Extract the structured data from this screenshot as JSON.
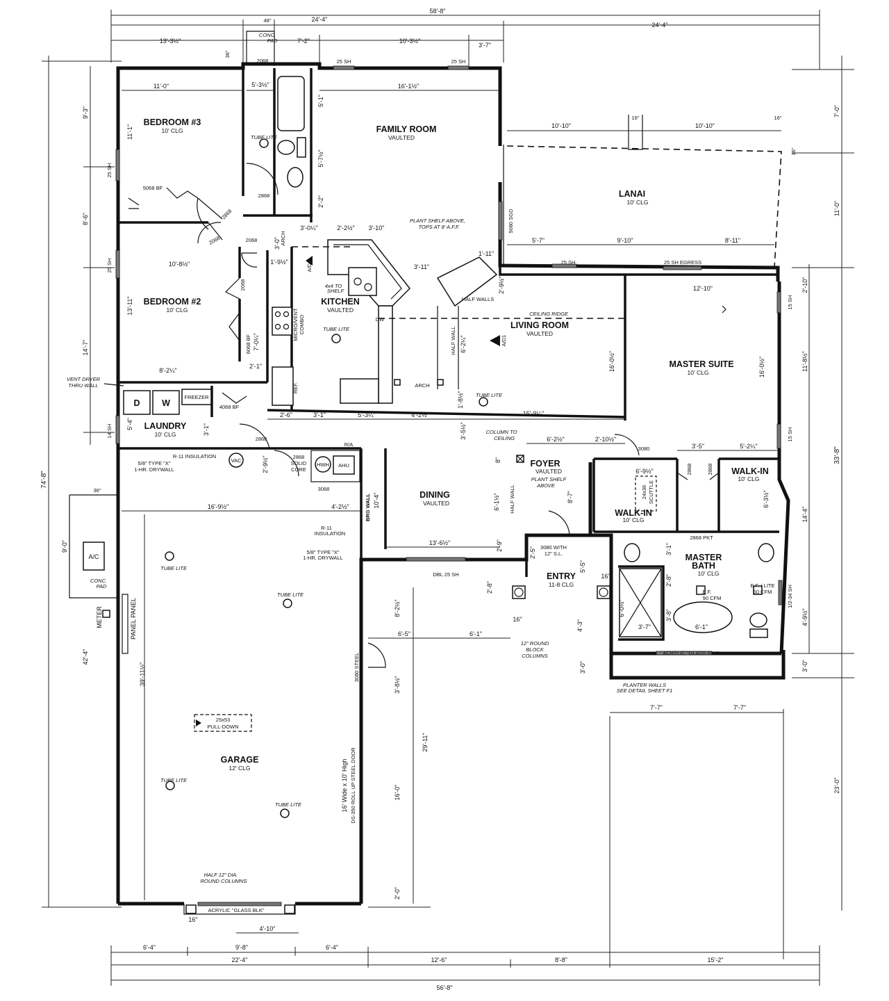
{
  "rooms": {
    "bedroom3": {
      "name": "BEDROOM #3",
      "ceiling": "10' CLG"
    },
    "bedroom2": {
      "name": "BEDROOM #2",
      "ceiling": "10' CLG"
    },
    "family": {
      "name": "FAMILY ROOM",
      "ceiling": "VAULTED"
    },
    "lanai": {
      "name": "LANAI",
      "ceiling": "10' CLG"
    },
    "kitchen": {
      "name": "KITCHEN",
      "ceiling": "VAULTED"
    },
    "living": {
      "name": "LIVING ROOM",
      "ceiling": "VAULTED"
    },
    "master_suite": {
      "name": "MASTER SUITE",
      "ceiling": "10' CLG"
    },
    "laundry": {
      "name": "LAUNDRY",
      "ceiling": "10' CLG"
    },
    "foyer": {
      "name": "FOYER",
      "ceiling": "VAULTED"
    },
    "dining": {
      "name": "DINING",
      "ceiling": "VAULTED"
    },
    "walkin1": {
      "name": "WALK-IN",
      "ceiling": "10' CLG"
    },
    "walkin2": {
      "name": "WALK-IN",
      "ceiling": "10' CLG"
    },
    "master_bath": {
      "name": "MASTER",
      "name2": "BATH",
      "ceiling": "10' CLG"
    },
    "entry": {
      "name": "ENTRY",
      "ceiling": "11-8 CLG"
    },
    "garage": {
      "name": "GARAGE",
      "ceiling": "12' CLG"
    }
  },
  "labels": {
    "tube_lite": "TUBE LITE",
    "window_25sh": "25 SH",
    "window_25sh_egress": "25 SH EGRESS",
    "window_15sh": "15 SH",
    "window_14sh": "14 SH",
    "window_half_sh": "1/2-34 SH",
    "window_dbl": "DBL 25 SH",
    "door_5080": "5080 SGD",
    "door_2068": "2068",
    "door_2868": "2868",
    "door_2868_pkt": "2868 PKT",
    "door_3080": "3080",
    "door_3080_sl": "3080 WITH",
    "door_3080_sl2": "12\" S.L.",
    "door_3068": "3068",
    "door_4068bf": "4068 BF",
    "door_5068bf": "5068 BF",
    "door_6068bf": "6068 BF",
    "door_3080_steel": "3080 STEEL",
    "solid_core": "2868",
    "solid_core2": "SOLID",
    "solid_core3": "CORE",
    "conc_pad": "CONC.",
    "conc_pad2": "PAD",
    "ac": "A/C",
    "meter": "METER",
    "panel": "PANEL PANEL",
    "dw": "DW",
    "ref": "REF.",
    "micro": "MICRO/VENT",
    "micro2": "COMBO",
    "freezer": "FREEZER",
    "d": "D",
    "w": "W",
    "vac": "VAC",
    "hwh": "HWH",
    "ahu": "AHU",
    "arch": "ARCH",
    "half_walls": "HALF WALLS",
    "half_wall": "HALF WALL",
    "brg_wall": "BRG WALL",
    "ceiling_ridge": "CEILING RIDGE",
    "ra": "R/A",
    "a_d1": "A/D1",
    "shelf": "4x4 TO",
    "shelf2": "SHELF",
    "ef": "E.F.",
    "ef2": "90 CFM",
    "ef_lite": "E.F. / LITE",
    "ef_lite2": "60 CFM",
    "scuttle": "24x36",
    "scuttle2": "SCUTTLE",
    "pull_down": "25x53",
    "pull_down2": "PULL-DOWN",
    "acrylic": "ACRYLIC \"GLASS BLK\"",
    "garage_door": "16' Wide x 10' High",
    "garage_door2": "DS-350 ROLL UP STEEL DOOR",
    "plant_shelf": "PLANT SHELF ABOVE,",
    "plant_shelf2": "TOPS AT 8' A.F.F.",
    "vent_dryer": "VENT DRYER",
    "vent_dryer2": "THRU WALL",
    "r11": "R-11 INSULATION",
    "r11b": "R-11",
    "r11c": "INSULATION",
    "type_x": "5/8\" TYPE \"X\"",
    "type_x2": "1-HR. DRYWALL",
    "column_ceiling": "COLUMN TO",
    "column_ceiling2": "CEILING",
    "plant_shelf_foyer": "PLANT SHELF",
    "plant_shelf_foyer2": "ABOVE",
    "round_cols": "12\" ROUND",
    "round_cols2": "BLOCK",
    "round_cols3": "COLUMNS",
    "half_cols": "HALF 12\" DIA.",
    "half_cols2": "ROUND COLUMNS",
    "planter": "PLANTER WALLS",
    "planter2": "SEE DETAIL SHEET F1"
  },
  "dims": {
    "d_58_8": "58'-8\"",
    "d_24_4a": "24'-4\"",
    "d_24_4b": "24'-4\"",
    "d_48": "48\"",
    "d_13_3": "13'-3½\"",
    "d_7_2": "7'-2\"",
    "d_10_3": "10'-3½\"",
    "d_3_7": "3'-7\"",
    "d_36a": "36\"",
    "d_11_0": "11'-0\"",
    "d_5_3": "5'-3½\"",
    "d_16_1": "16'-1½\"",
    "d_9_3": "9'-3\"",
    "d_7_0": "7'-0\"",
    "d_11_1": "11'-1\"",
    "d_5_1": "5'-1\"",
    "d_5_7": "5'-7½\"",
    "d_2_2": "2'-2\"",
    "d_10_10a": "10'-10\"",
    "d_10_10b": "10'-10\"",
    "d_16a": "16\"",
    "d_16b": "16\"",
    "d_16c": "16\"",
    "d_8_6": "8'-6\"",
    "d_11_0b": "11'-0\"",
    "d_3_0": "3'-0\"",
    "d_3_0q": "3'-0¼\"",
    "d_2_2b": "2'-2½\"",
    "d_3_10": "3'-10\"",
    "d_1_11": "1'-11\"",
    "d_5_7b": "5'-7\"",
    "d_9_10": "9'-10\"",
    "d_8_11": "8'-11\"",
    "d_1_9": "1'-9½\"",
    "d_10_8": "10'-8½\"",
    "d_3_11": "3'-11\"",
    "d_2_9": "2'-9½\"",
    "d_12_10": "12'-10\"",
    "d_2_10": "2'-10\"",
    "d_13_11": "13'-11\"",
    "d_14_7": "14'-7\"",
    "d_7_0q": "7'-0¼\"",
    "d_6_2": "6'-2¼\"",
    "d_16_0": "16'-0½\"",
    "d_16_0b": "16'-0½\"",
    "d_11_8": "11'-8½\"",
    "d_8_2": "8'-2¼\"",
    "d_2_1": "2'-1\"",
    "d_1_8": "1'-8½\"",
    "d_2_6": "2'-6\"",
    "d_3_1": "3'-1\"",
    "d_5_3b": "5'-3¼\"",
    "d_4_2": "4'-2½\"",
    "d_15_9": "15'-9¼\"",
    "d_3_5": "3'-5½\"",
    "d_33_8": "33'-8\"",
    "d_5_4": "5'-4\"",
    "d_3_1b": "3'-1\"",
    "d_6_2b": "6'-2½\"",
    "d_2_10b": "2'-10½\"",
    "d_3_5b": "3'-5\"",
    "d_5_2": "5'-2¼\"",
    "d_74_8": "74'-8\"",
    "d_36b": "36\"",
    "d_2_9b": "2'-9½\"",
    "d_16_9": "16'-9½\"",
    "d_4_2b": "4'-2½\"",
    "d_10_4": "10'-4\"",
    "d_6_1": "6'-1½\"",
    "d_8_7": "8'-7\"",
    "d_6_9": "6'-9½\"",
    "d_6_3": "6'-3½\"",
    "d_14_4": "14'-4\"",
    "d_9_0": "9'-0\"",
    "d_13_6": "13'-6½\"",
    "d_2_9c": "2'-9\"",
    "d_2_5": "2'-5\"",
    "d_5_5": "5'-5\"",
    "d_3_1c": "3'-1\"",
    "d_2_8": "2'-8\"",
    "d_6_0": "6'-0½\"",
    "d_3_8": "3'-8\"",
    "d_4_9": "4'-9½\"",
    "d_2_8b": "2'-8\"",
    "d_8_2b": "8'-2½\"",
    "d_6_5": "6'-5\"",
    "d_6_1b": "6'-1\"",
    "d_4_3": "4'-3\"",
    "d_16d": "16\"",
    "d_3_7b": "3'-7\"",
    "d_6_1c": "6'-1\"",
    "d_3_0b": "3'-0\"",
    "d_3_0c": "3'-0\"",
    "d_42_4": "42'-4\"",
    "d_39_11": "39'-11½\"",
    "d_3_8b": "3'-8½\"",
    "d_29_11": "29'-11\"",
    "d_7_7a": "7'-7\"",
    "d_7_7b": "7'-7\"",
    "d_16_0c": "16'-0\"",
    "d_23_0": "23'-0\"",
    "d_2_0": "2'-0\"",
    "d_16e": "16\"",
    "d_4_10": "4'-10\"",
    "d_6_4a": "6'-4\"",
    "d_9_8": "9'-8\"",
    "d_6_4b": "6'-4\"",
    "d_22_4": "22'-4\"",
    "d_12_6": "12'-6\"",
    "d_8_8": "8'-8\"",
    "d_15_2": "15'-2\"",
    "d_56_8": "56'-8\"",
    "d_8_0": "8\""
  }
}
